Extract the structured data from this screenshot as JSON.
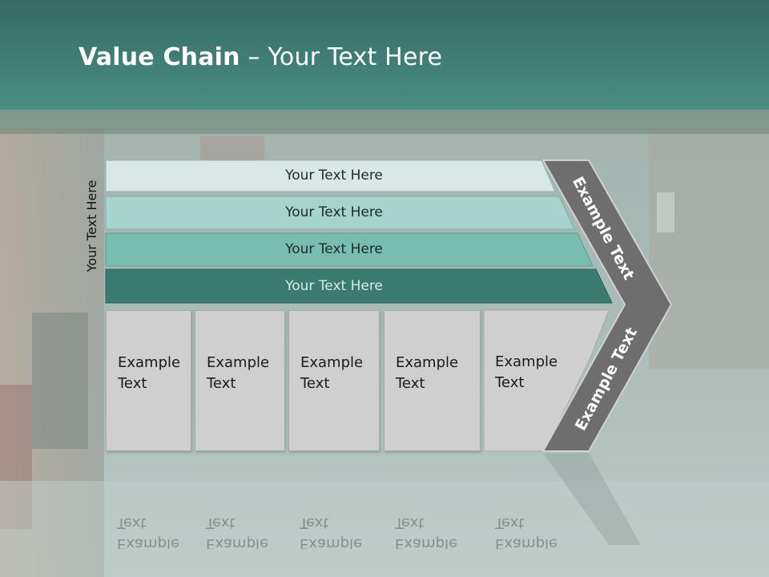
{
  "slide": {
    "title_bold": "Value Chain",
    "title_rest": " – Your Text Here",
    "side_label": "Your Text Here"
  },
  "bars": [
    {
      "label": "Your Text Here",
      "color": "#d7e8e6"
    },
    {
      "label": "Your Text Here",
      "color": "#a6d3cc"
    },
    {
      "label": "Your Text Here",
      "color": "#79bcb0"
    },
    {
      "label": "Your Text Here",
      "color": "#3b7a6f"
    }
  ],
  "boxes": [
    {
      "label": "Example\nText"
    },
    {
      "label": "Example\nText"
    },
    {
      "label": "Example\nText"
    },
    {
      "label": "Example\nText"
    },
    {
      "label": "Example\nText"
    }
  ],
  "chevron": {
    "top_label": "Example Text",
    "bottom_label": "Example Text",
    "color": "#6e6e6e"
  },
  "colors": {
    "header": "#3f7d74",
    "box": "#cfcfcf"
  }
}
